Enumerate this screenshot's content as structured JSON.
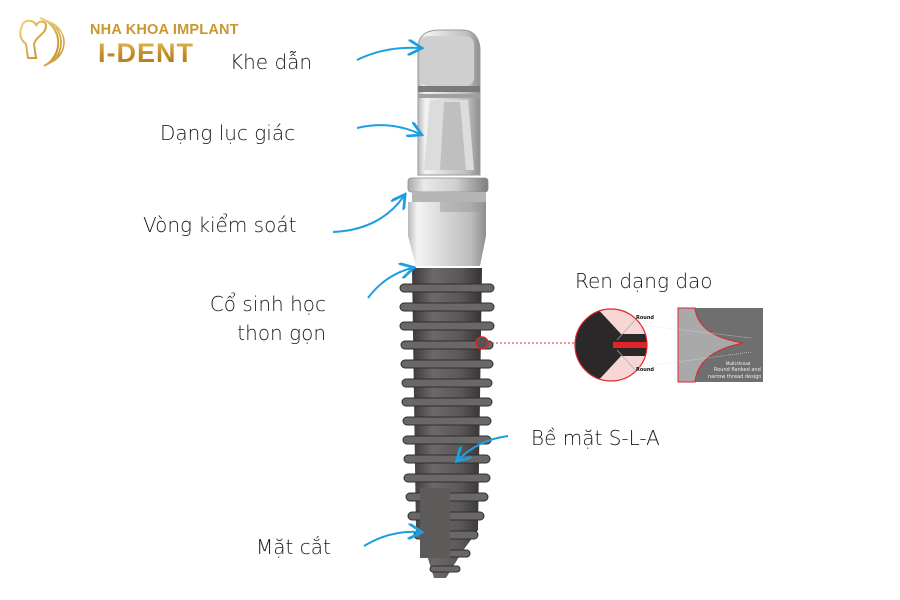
{
  "brand": {
    "subtitle": "NHA KHOA IMPLANT",
    "name": "I-DENT",
    "colors": {
      "gold_light": "#e8c063",
      "gold": "#c18a22",
      "gold_dark": "#a8741a"
    }
  },
  "diagram": {
    "subject": "dental implant",
    "arrow_color": "#1e9fe0",
    "callout_color": "#e0242c",
    "labels": [
      {
        "id": "khe-dan",
        "text": "Khe dẫn"
      },
      {
        "id": "dang-luc-giac",
        "text": "Dạng lục giác"
      },
      {
        "id": "vong-kiem-soat",
        "text": "Vòng kiểm soát"
      },
      {
        "id": "co-sinh-hoc",
        "line1": "Cổ sinh học",
        "line2": "thon gọn"
      },
      {
        "id": "be-mat-sla",
        "text": "Bề mặt S-L-A"
      },
      {
        "id": "mat-cat",
        "text": "Mặt cắt"
      }
    ],
    "inset": {
      "title": "Ren dạng dao",
      "markers": [
        "Round",
        "Round"
      ],
      "caption_small": "Multi-thread",
      "caption_line1": "Round flanked and",
      "caption_line2": "narrow thread design"
    }
  }
}
